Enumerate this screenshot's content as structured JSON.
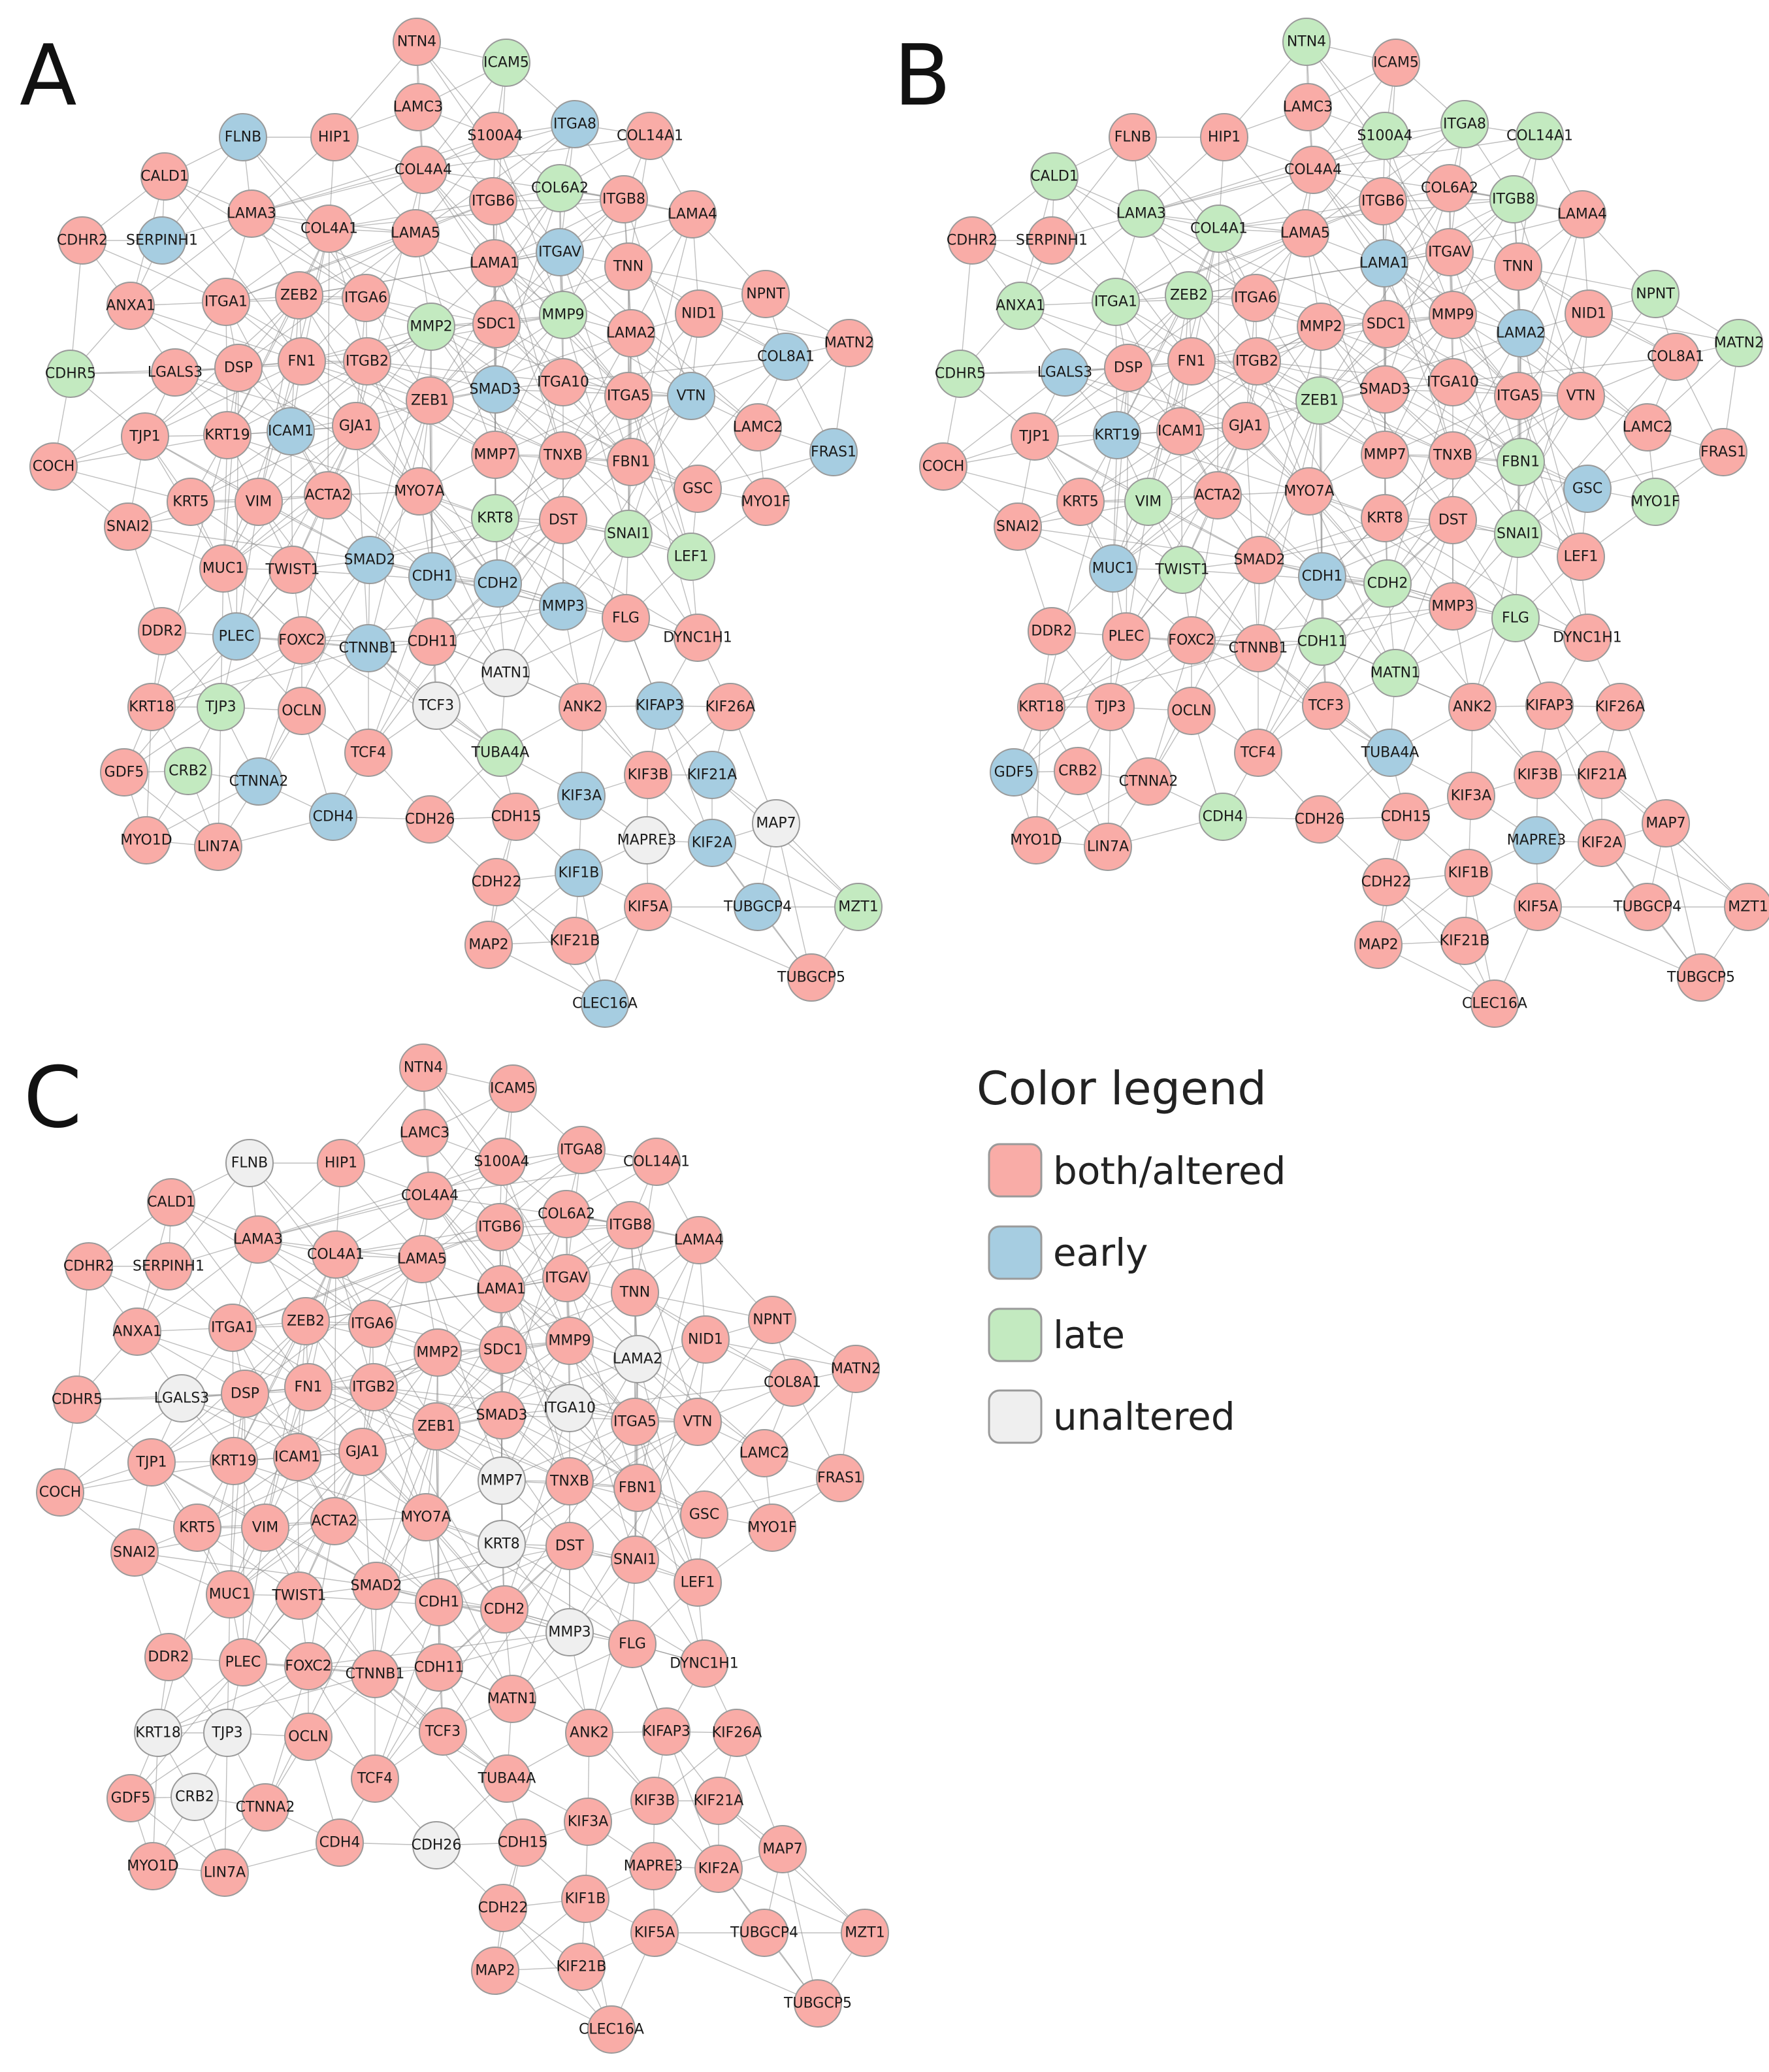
{
  "colors": {
    "both_altered": "#f9aca7",
    "early": "#a6cde1",
    "late": "#c3eac0",
    "unaltered": "#efefef"
  },
  "legend": {
    "title": "Color legend",
    "items": [
      {
        "key": "both_altered",
        "label": "both/altered"
      },
      {
        "key": "early",
        "label": "early"
      },
      {
        "key": "late",
        "label": "late"
      },
      {
        "key": "unaltered",
        "label": "unaltered"
      }
    ]
  },
  "genes": [
    "NTN4",
    "ICAM5",
    "LAMC3",
    "FLNB",
    "HIP1",
    "ITGA8",
    "S100A4",
    "COL14A1",
    "CALD1",
    "COL4A4",
    "COL6A2",
    "LAMA3",
    "ITGB6",
    "ITGB8",
    "LAMA4",
    "CDHR2",
    "SERPINH1",
    "COL4A1",
    "LAMA5",
    "LAMA1",
    "ITGAV",
    "TNN",
    "ANXA1",
    "ITGA1",
    "ZEB2",
    "ITGA6",
    "MMP2",
    "SDC1",
    "MMP9",
    "NID1",
    "NPNT",
    "LAMA2",
    "MATN2",
    "CDHR5",
    "LGALS3",
    "DSP",
    "FN1",
    "ITGB2",
    "COL8A1",
    "SMAD3",
    "ITGA10",
    "ITGA5",
    "VTN",
    "ZEB1",
    "GJA1",
    "TJP1",
    "KRT19",
    "ICAM1",
    "LAMC2",
    "FRAS1",
    "COCH",
    "MMP7",
    "TNXB",
    "FBN1",
    "MYO7A",
    "GSC",
    "KRT5",
    "VIM",
    "ACTA2",
    "KRT8",
    "DST",
    "MYO1F",
    "SNAI2",
    "SNAI1",
    "MUC1",
    "TWIST1",
    "SMAD2",
    "LEF1",
    "CDH1",
    "CDH2",
    "MMP3",
    "FLG",
    "DDR2",
    "PLEC",
    "FOXC2",
    "CTNNB1",
    "CDH11",
    "DYNC1H1",
    "MATN1",
    "KRT18",
    "TJP3",
    "OCLN",
    "TCF3",
    "ANK2",
    "KIFAP3",
    "KIF26A",
    "TCF4",
    "TUBA4A",
    "GDF5",
    "CRB2",
    "CTNNA2",
    "KIF3B",
    "KIF21A",
    "KIF3A",
    "CDH4",
    "CDH26",
    "CDH15",
    "MAP7",
    "MYO1D",
    "LIN7A",
    "MAPRE3",
    "KIF2A",
    "CDH22",
    "KIF1B",
    "KIF5A",
    "TUBGCP4",
    "MZT1",
    "MAP2",
    "KIF21B",
    "TUBGCP5",
    "CLEC16A"
  ],
  "panels": [
    {
      "label": "A",
      "categories": {
        "early": [
          "FLNB",
          "ITGA8",
          "SERPINH1",
          "ITGAV",
          "COL8A1",
          "SMAD3",
          "VTN",
          "ICAM1",
          "FRAS1",
          "SMAD2",
          "CDH1",
          "CDH2",
          "MMP3",
          "PLEC",
          "CTNNB1",
          "KIFAP3",
          "CTNNA2",
          "KIF21A",
          "KIF3A",
          "CDH4",
          "KIF2A",
          "KIF1B",
          "TUBGCP4",
          "CLEC16A"
        ],
        "late": [
          "ICAM5",
          "COL6A2",
          "MMP2",
          "MMP9",
          "CDHR5",
          "KRT8",
          "SNAI1",
          "LEF1",
          "TJP3",
          "TUBA4A",
          "CRB2",
          "MZT1"
        ],
        "unaltered": [
          "MATN1",
          "TCF3",
          "MAPRE3",
          "MAP7"
        ]
      }
    },
    {
      "label": "B",
      "categories": {
        "early": [
          "LAMA1",
          "LAMA2",
          "LGALS3",
          "KRT19",
          "GSC",
          "MUC1",
          "CDH1",
          "TUBA4A",
          "GDF5",
          "MAPRE3"
        ],
        "late": [
          "NTN4",
          "S100A4",
          "ITGA8",
          "COL14A1",
          "CALD1",
          "LAMA3",
          "COL4A1",
          "ITGB8",
          "ANXA1",
          "ITGA1",
          "ZEB2",
          "NPNT",
          "MATN2",
          "CDHR5",
          "ZEB1",
          "FBN1",
          "VIM",
          "MYO1F",
          "TWIST1",
          "SNAI1",
          "CDH2",
          "FLG",
          "CDH11",
          "MATN1",
          "CDH4"
        ],
        "unaltered": []
      }
    },
    {
      "label": "C",
      "categories": {
        "early": [],
        "late": [],
        "unaltered": [
          "FLNB",
          "LAMA2",
          "LGALS3",
          "ITGA10",
          "MMP7",
          "KRT8",
          "MMP3",
          "KRT18",
          "TJP3",
          "CRB2",
          "CDH26"
        ]
      }
    }
  ]
}
